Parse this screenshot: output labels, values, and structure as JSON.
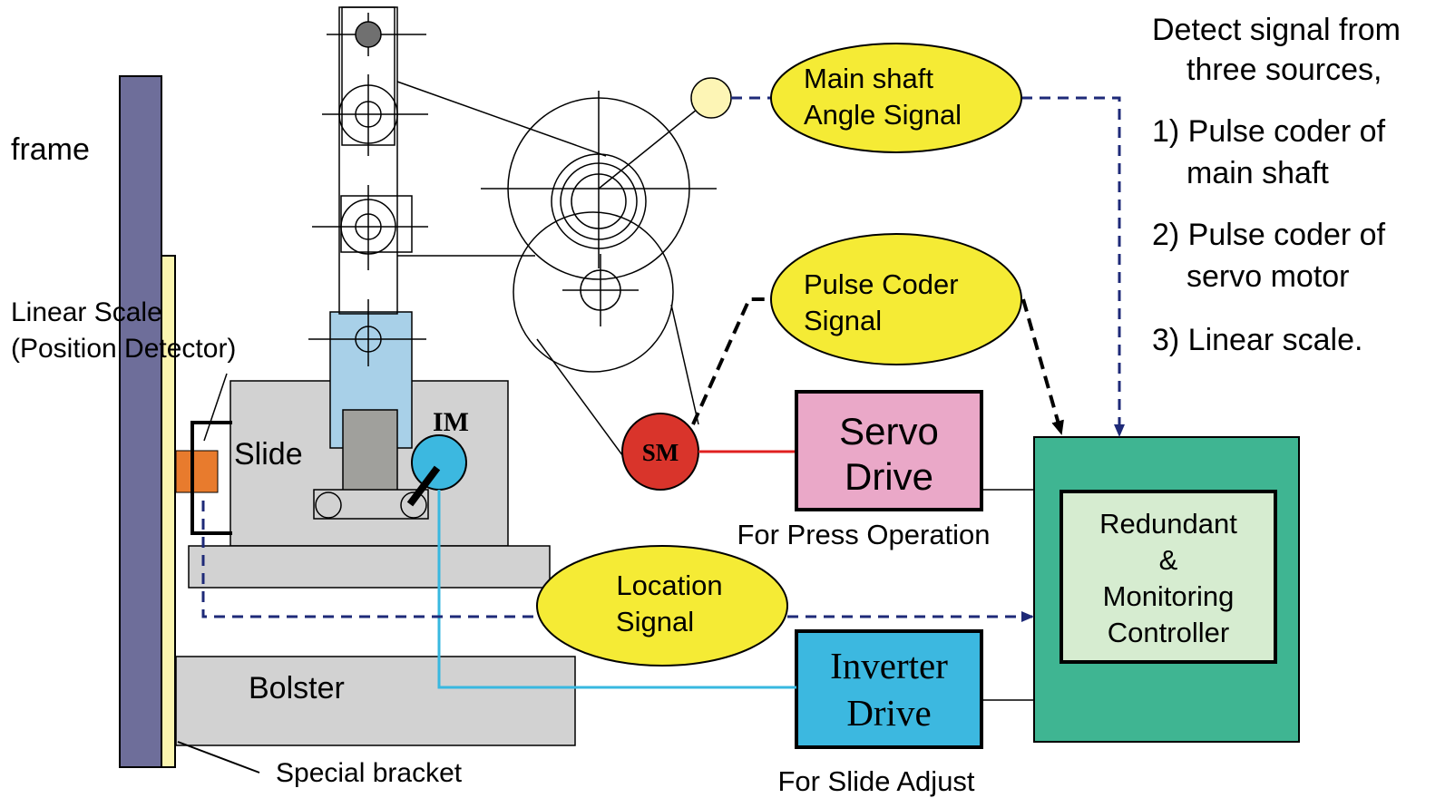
{
  "labels": {
    "frame": "frame",
    "linear_scale_line1": "Linear Scale",
    "linear_scale_line2": "(Position Detector)",
    "slide": "Slide",
    "bolster": "Bolster",
    "special_bracket": "Special bracket",
    "im": "IM",
    "sm": "SM",
    "servo_drive_line1": "Servo",
    "servo_drive_line2": "Drive",
    "for_press_operation": "For Press Operation",
    "inverter_drive_line1": "Inverter",
    "inverter_drive_line2": "Drive",
    "for_slide_adjust": "For Slide Adjust",
    "controller_line1": "Redundant",
    "controller_line2": "&",
    "controller_line3": "Monitoring",
    "controller_line4": "Controller"
  },
  "signals": {
    "main_shaft_line1": "Main shaft",
    "main_shaft_line2": "Angle Signal",
    "pulse_coder_line1": "Pulse Coder",
    "pulse_coder_line2": "Signal",
    "location_line1": "Location",
    "location_line2": "Signal"
  },
  "notes": {
    "line1": "Detect signal from",
    "line2": "three sources,",
    "item1_line1": "1) Pulse coder of",
    "item1_line2": "main shaft",
    "item2_line1": "2) Pulse coder of",
    "item2_line2": "servo motor",
    "item3": "3) Linear scale."
  },
  "colors": {
    "frame": "#6e6e9a",
    "bracket": "#fbf5b0",
    "slide_body": "#d2d2d2",
    "connecting_rod": "#a8d0e8",
    "die": "#a0a09c",
    "im_motor": "#3cb8e0",
    "sm_motor": "#d9342b",
    "sensor": "#e87b2d",
    "signal_ellipse": "#f5eb35",
    "servo_drive": "#eaa8c8",
    "inverter_drive": "#3cb8e0",
    "controller_outer": "#3fb592",
    "controller_inner": "#d6ecd0",
    "dashed_signal": "#1e2a78",
    "cable_red": "#e02020",
    "cable_blue": "#38b8e0",
    "shaft_circle": "#fdf5b5"
  }
}
